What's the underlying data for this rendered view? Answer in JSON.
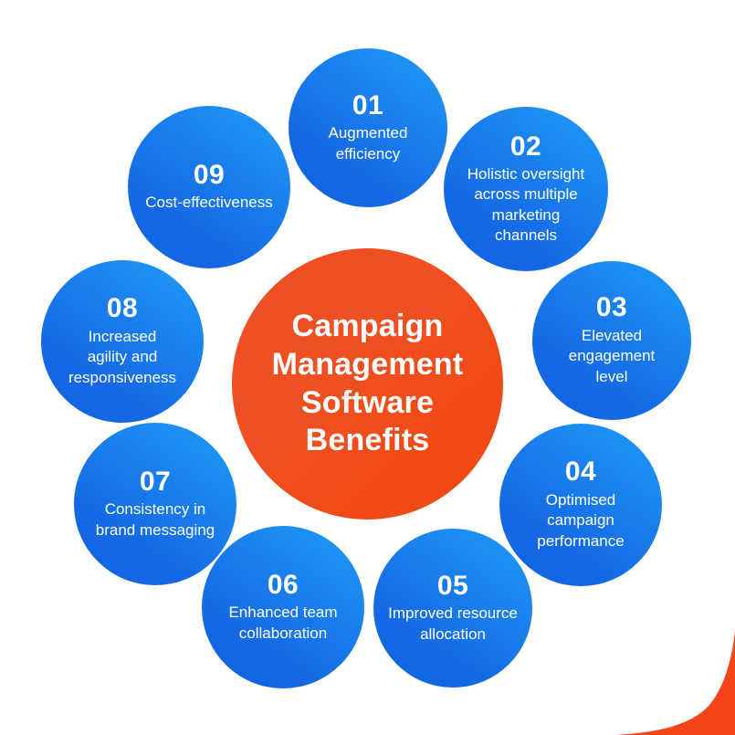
{
  "theme": {
    "background": "#ffffff",
    "hub_color_start": "#ea4e23",
    "hub_color_end": "#ee4916",
    "node_color_start": "#1161e0",
    "node_color_end": "#1f9cf7",
    "text_color": "#ffffff"
  },
  "hub": {
    "title": "Campaign Management Software Benefits"
  },
  "nodes": [
    {
      "number": "01",
      "description": "Augmented\nefficiency"
    },
    {
      "number": "02",
      "description": "Holistic oversight\nacross multiple\nmarketing\nchannels"
    },
    {
      "number": "03",
      "description": "Elevated\nengagement\nlevel"
    },
    {
      "number": "04",
      "description": "Optimised\ncampaign\nperformance"
    },
    {
      "number": "05",
      "description": "Improved resource\nallocation"
    },
    {
      "number": "06",
      "description": "Enhanced team\ncollaboration"
    },
    {
      "number": "07",
      "description": "Consistency in\nbrand messaging"
    },
    {
      "number": "08",
      "description": "Increased\nagility and\nresponsiveness"
    },
    {
      "number": "09",
      "description": "Cost-effectiveness"
    }
  ],
  "decoration": {
    "corner_swoosh_color": "#f4441a",
    "corner_swoosh_name": "orange-corner-swoosh"
  }
}
